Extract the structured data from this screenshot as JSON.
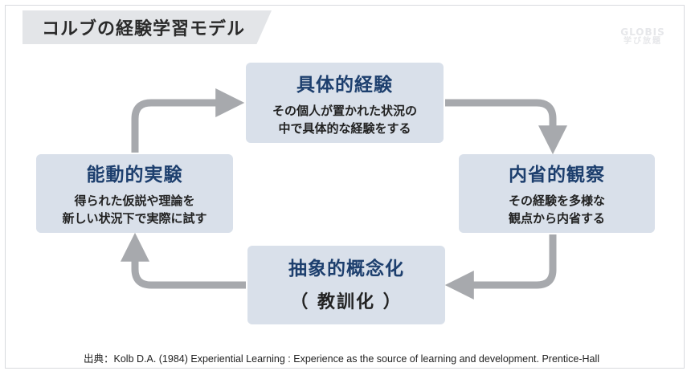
{
  "title": "コルブの経験学習モデル",
  "watermark": {
    "line1": "GLOBIS",
    "line2": "学び放題"
  },
  "cycle": {
    "top": {
      "title": "具体的経験",
      "desc_line1": "その個人が置かれた状況の",
      "desc_line2": "中で具体的な経験をする"
    },
    "right": {
      "title": "内省的観察",
      "desc_line1": "その経験を多様な",
      "desc_line2": "観点から内省する"
    },
    "bottom": {
      "title": "抽象的概念化",
      "sub": "（ 教訓化 ）"
    },
    "left": {
      "title": "能動的実験",
      "desc_line1": "得られた仮説や理論を",
      "desc_line2": "新しい状況下で実際に試す"
    }
  },
  "source": "出典：Kolb D.A. (1984)  Experiential Learning : Experience as the source of learning and development. Prentice-Hall",
  "colors": {
    "box_fill": "#d9e0ea",
    "title_text": "#1d3f6e",
    "arrow": "#a7a9ad"
  }
}
